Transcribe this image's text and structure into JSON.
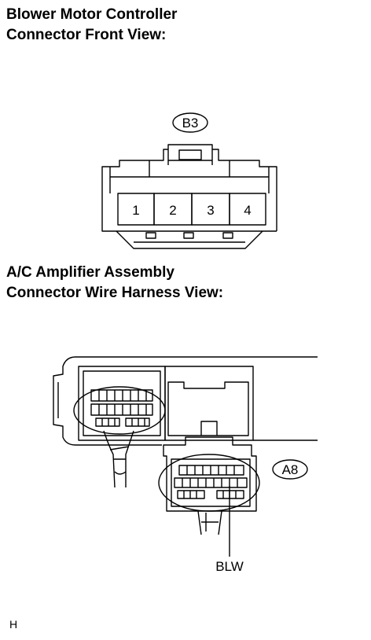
{
  "blower_connector": {
    "title_line1": "Blower Motor Controller",
    "title_line2": "Connector Front View:",
    "connector_id": "B3",
    "pins": [
      "1",
      "2",
      "3",
      "4"
    ]
  },
  "ac_amplifier": {
    "title_line1": "A/C Amplifier Assembly",
    "title_line2": "Connector Wire Harness View:",
    "connector_id": "A8",
    "terminal_label": "BLW"
  },
  "figure_code": "H"
}
